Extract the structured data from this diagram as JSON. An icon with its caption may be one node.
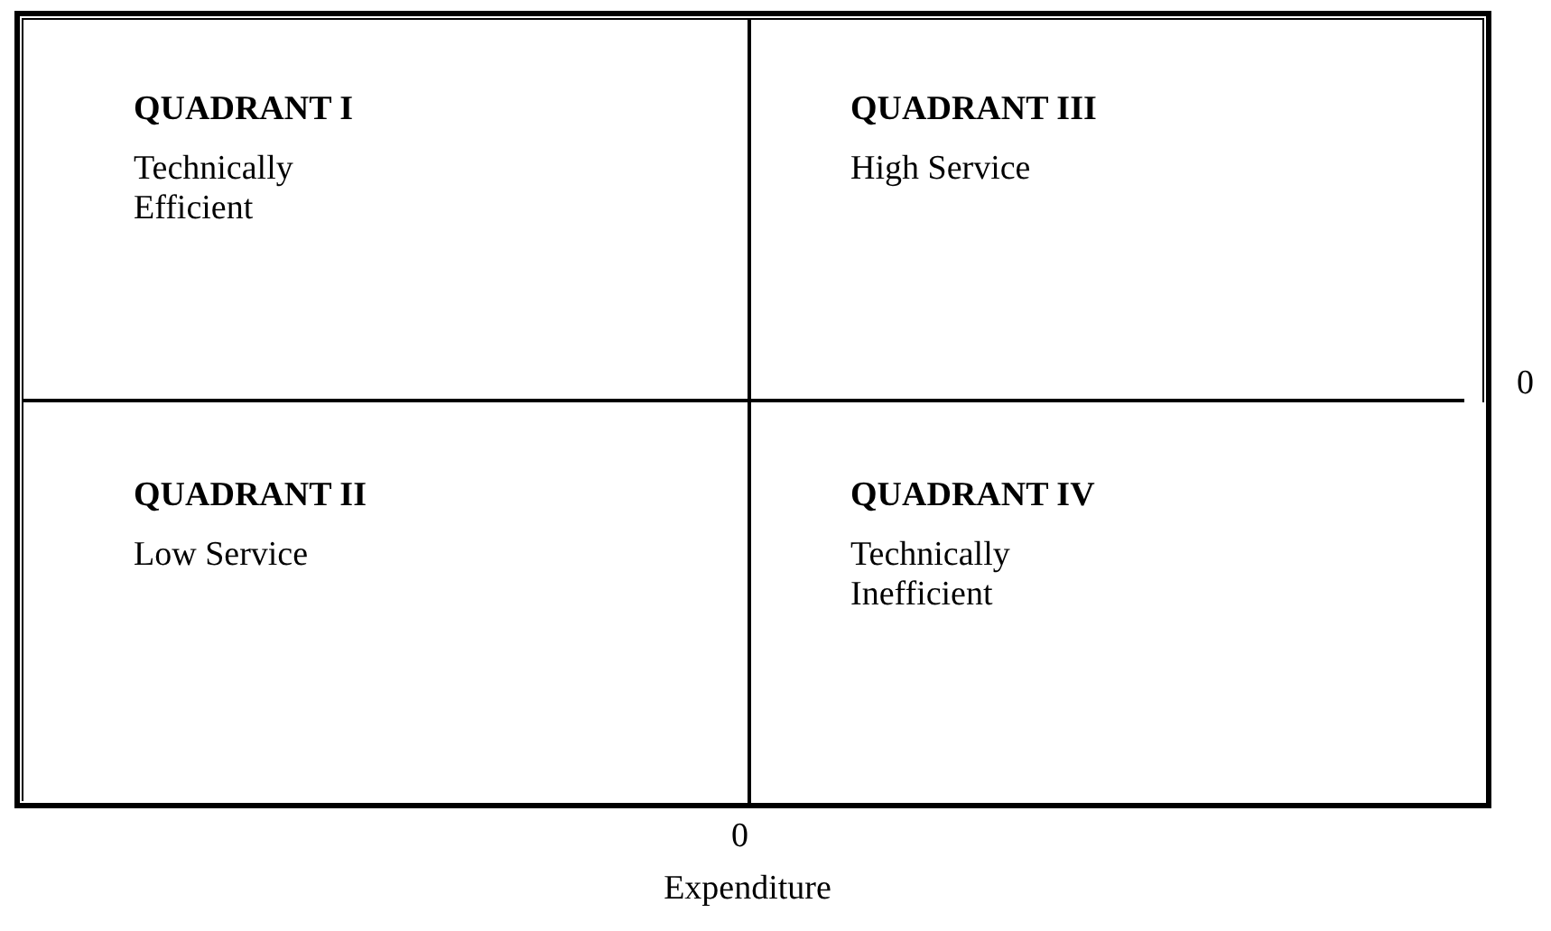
{
  "diagram": {
    "nodes": [
      {
        "text": [
          "QUADRANT I",
          "Technically Efficient"
        ]
      },
      {
        "text": [
          "QUADRANT III",
          "High Service"
        ]
      },
      {
        "text": [
          "QUADRANT II",
          "Low Service"
        ]
      },
      {
        "text": [
          "QUADRANT IV",
          "Technically Inefficient"
        ]
      }
    ],
    "labels": [
      "0",
      "0",
      "Expenditure"
    ]
  }
}
